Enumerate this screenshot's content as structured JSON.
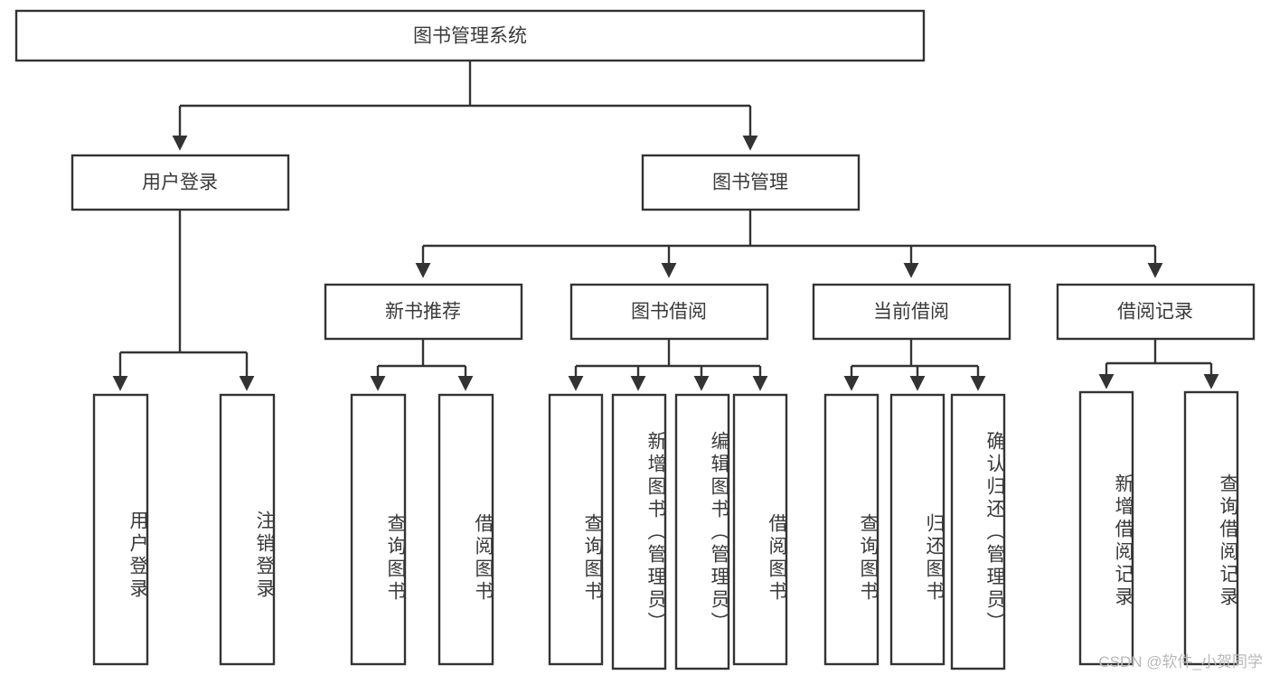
{
  "diagram": {
    "type": "tree-hierarchy",
    "title": "图书管理系统",
    "watermark": "CSDN @软件_小贺同学",
    "colors": {
      "box_stroke": "#333333",
      "box_fill": "#ffffff",
      "text": "#3a3a3a",
      "connector": "#333333",
      "watermark": "#b9b9b9",
      "background": "#ffffff"
    },
    "levels": {
      "root": {
        "label": "图书管理系统"
      },
      "level2": [
        {
          "label": "用户登录"
        },
        {
          "label": "图书管理"
        }
      ],
      "level3": [
        {
          "label": "新书推荐"
        },
        {
          "label": "图书借阅"
        },
        {
          "label": "当前借阅"
        },
        {
          "label": "借阅记录"
        }
      ],
      "leaves": {
        "user_login": [
          {
            "label": "用户登录"
          },
          {
            "label": "注销登录"
          }
        ],
        "new_book_recommend": [
          {
            "label": "查询图书"
          },
          {
            "label": "借阅图书"
          }
        ],
        "book_borrow": [
          {
            "label": "查询图书"
          },
          {
            "label": "新增图书（管理员）"
          },
          {
            "label": "编辑图书（管理员）"
          },
          {
            "label": "借阅图书"
          }
        ],
        "current_borrow": [
          {
            "label": "查询图书"
          },
          {
            "label": "归还图书"
          },
          {
            "label": "确认归还（管理员）"
          }
        ],
        "borrow_record": [
          {
            "label": "新增借阅记录"
          },
          {
            "label": "查询借阅记录"
          }
        ]
      }
    },
    "edges": [
      {
        "from": "图书管理系统",
        "to": "用户登录"
      },
      {
        "from": "图书管理系统",
        "to": "图书管理"
      },
      {
        "from": "用户登录",
        "to": "用户登录"
      },
      {
        "from": "用户登录",
        "to": "注销登录"
      },
      {
        "from": "图书管理",
        "to": "新书推荐"
      },
      {
        "from": "图书管理",
        "to": "图书借阅"
      },
      {
        "from": "图书管理",
        "to": "当前借阅"
      },
      {
        "from": "图书管理",
        "to": "借阅记录"
      },
      {
        "from": "新书推荐",
        "to": "查询图书"
      },
      {
        "from": "新书推荐",
        "to": "借阅图书"
      },
      {
        "from": "图书借阅",
        "to": "查询图书"
      },
      {
        "from": "图书借阅",
        "to": "新增图书（管理员）"
      },
      {
        "from": "图书借阅",
        "to": "编辑图书（管理员）"
      },
      {
        "from": "图书借阅",
        "to": "借阅图书"
      },
      {
        "from": "当前借阅",
        "to": "查询图书"
      },
      {
        "from": "当前借阅",
        "to": "归还图书"
      },
      {
        "from": "当前借阅",
        "to": "确认归还（管理员）"
      },
      {
        "from": "借阅记录",
        "to": "新增借阅记录"
      },
      {
        "from": "借阅记录",
        "to": "查询借阅记录"
      }
    ]
  }
}
